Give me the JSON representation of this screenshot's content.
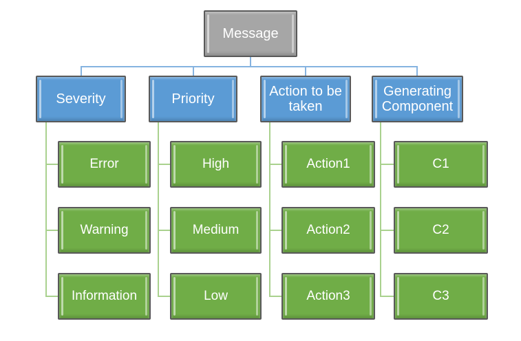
{
  "diagram": {
    "root": {
      "label": "Message"
    },
    "branches": [
      {
        "label": "Severity",
        "children": [
          "Error",
          "Warning",
          "Information"
        ]
      },
      {
        "label": "Priority",
        "children": [
          "High",
          "Medium",
          "Low"
        ]
      },
      {
        "label": "Action to be taken",
        "children": [
          "Action1",
          "Action2",
          "Action3"
        ]
      },
      {
        "label": "Generating Component",
        "children": [
          "C1",
          "C2",
          "C3"
        ]
      }
    ]
  },
  "colors": {
    "background": "#ffffff",
    "root-fill": "#a6a6a6",
    "branch-fill": "#5b9bd5",
    "leaf-fill": "#70ad47",
    "node-border": "#595959",
    "node-text": "#ffffff",
    "connector-blue": "#85b3e0",
    "connector-green": "#a9d18e"
  }
}
